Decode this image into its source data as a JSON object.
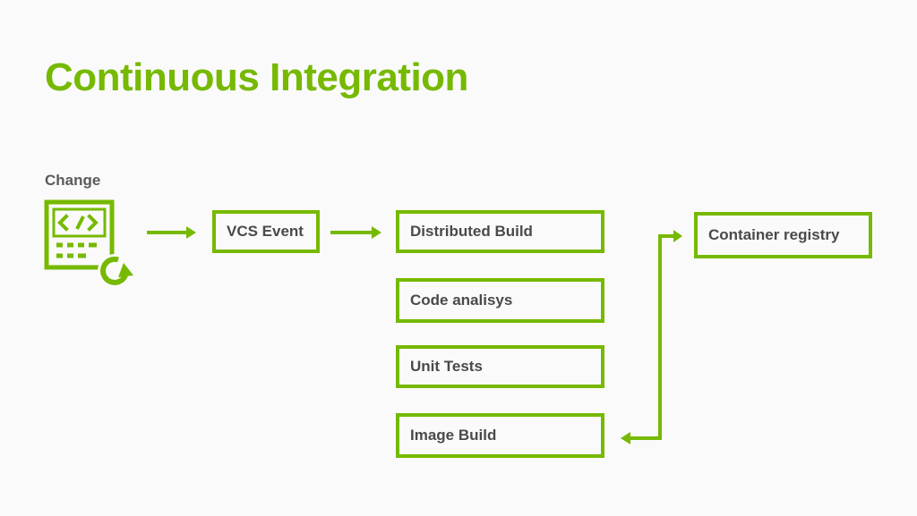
{
  "title": "Continuous Integration",
  "change": {
    "label": "Change",
    "icon": "code-file-refresh-icon"
  },
  "nodes": {
    "vcs_event": "VCS Event",
    "distributed_build": "Distributed Build",
    "code_analysis": "Code analisys",
    "unit_tests": "Unit Tests",
    "image_build": "Image Build",
    "container_registry": "Container registry"
  },
  "colors": {
    "accent": "#76b900",
    "text": "#4a4a4a",
    "background": "#fafafa"
  }
}
